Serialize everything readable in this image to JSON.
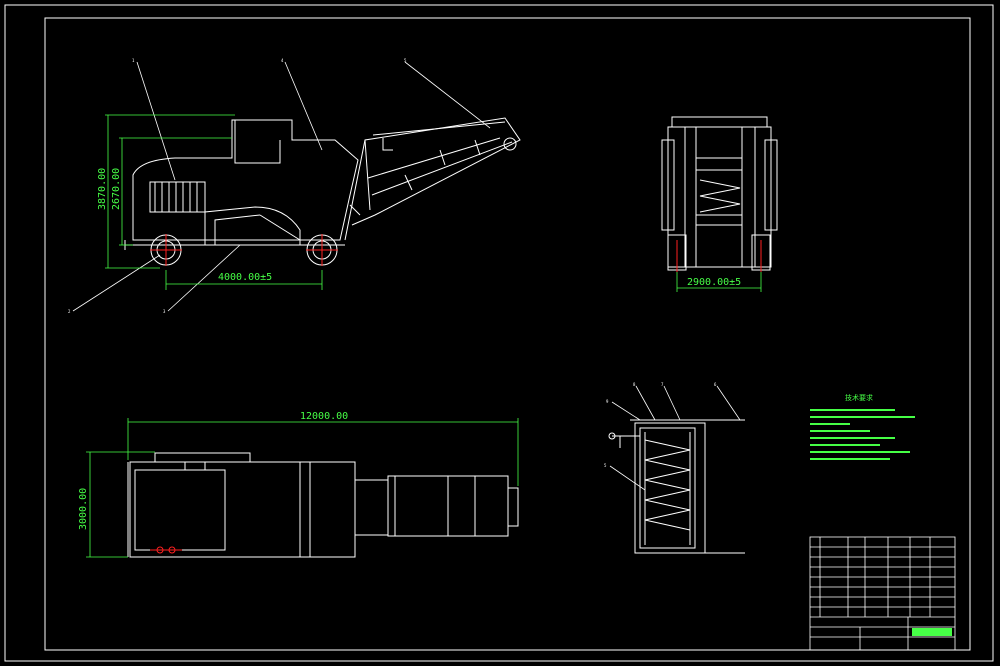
{
  "dimensions": {
    "height_overall": "3870.00",
    "height_top": "2670.00",
    "wheelbase": "4000.00±5",
    "width_track": "2900.00±5",
    "length_overall": "12000.00",
    "width_overall": "3000.00"
  },
  "balloons": {
    "side_view": [
      "1",
      "4",
      "5",
      "2",
      "3"
    ],
    "section_view": [
      "9",
      "8",
      "7",
      "6",
      "5"
    ]
  },
  "colors": {
    "background": "#000000",
    "line": "#ffffff",
    "dimension": "#46ff46",
    "hatch": "#ff2020",
    "leader": "#ffffff"
  },
  "tech_requirements": {
    "title": "技术要求"
  },
  "title_block": {
    "drawing_name": "",
    "label_cells": [
      "",
      "",
      "",
      ""
    ]
  }
}
